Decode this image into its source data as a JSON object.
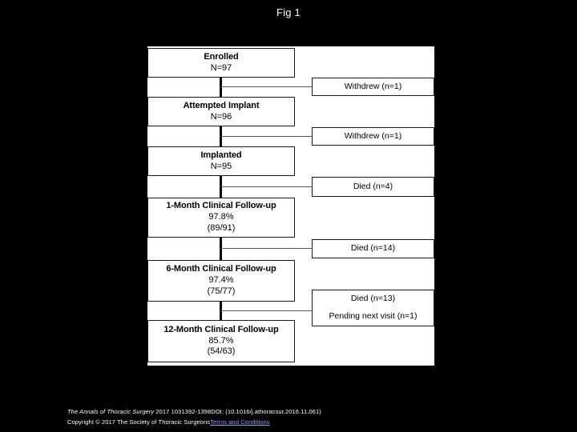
{
  "slide": {
    "title": "Fig 1",
    "background_color": "#000000",
    "canvas_color": "#ffffff"
  },
  "flowchart": {
    "type": "consort-flow-diagram",
    "main_nodes": [
      {
        "header": "Enrolled",
        "lines": [
          "N=97"
        ]
      },
      {
        "header": "Attempted Implant",
        "lines": [
          "N=96"
        ]
      },
      {
        "header": "Implanted",
        "lines": [
          "N=95"
        ]
      },
      {
        "header": "1-Month Clinical Follow-up",
        "lines": [
          "97.8%",
          "(89/91)"
        ]
      },
      {
        "header": "6-Month Clinical Follow-up",
        "lines": [
          "97.4%",
          "(75/77)"
        ]
      },
      {
        "header": "12-Month Clinical Follow-up",
        "lines": [
          "85.7%",
          "(54/63)"
        ]
      }
    ],
    "exclusion_nodes": [
      {
        "lines": [
          "Withdrew (n=1)"
        ]
      },
      {
        "lines": [
          "Withdrew (n=1)"
        ]
      },
      {
        "lines": [
          "Died (n=4)"
        ]
      },
      {
        "lines": [
          "Died (n=14)"
        ]
      },
      {
        "lines": [
          "Died (n=13)",
          "Pending next visit (n=1)"
        ]
      }
    ]
  },
  "footer": {
    "citation_italic": "The Annals of Thoracic Surgery",
    "citation_rest": " 2017 1031392-1398DOI: (10.1016/j.athoracsur.2016.11.061)",
    "copyright": "Copyright © 2017 The Society of Thoracic Surgeons",
    "link": "Terms and Conditions",
    "link_color": "#9aa0f0"
  }
}
